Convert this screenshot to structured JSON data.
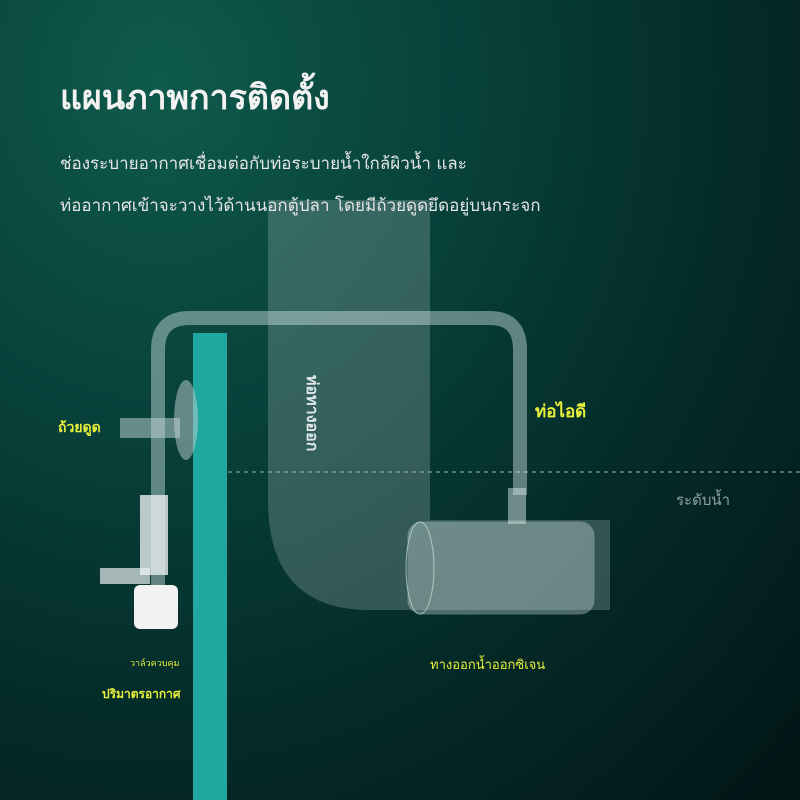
{
  "title": "แผนภาพการติดตั้ง",
  "description": [
    "ช่องระบายอากาศเชื่อมต่อกับท่อระบายน้ำใกล้ผิวน้ำ และ",
    "ท่ออากาศเข้าจะวางไว้ด้านนอกตู้ปลา โดยมีถ้วยดูดยึดอยู่บนกระจก"
  ],
  "labels": {
    "suction_cup": "ถ้วยดูด",
    "outlet_pipe": "ท่อทางออก",
    "intake_pipe": "ท่อไอดี",
    "water_level": "ระดับน้ำ",
    "control_valve": "วาล์วควบคุม",
    "air_volume": "ปริมาตรอากาศ",
    "oxygen_outlet": "ทางออกน้ำออกซิเจน"
  },
  "colors": {
    "glass": "#1fa7a0",
    "label": "#e8f03a"
  }
}
